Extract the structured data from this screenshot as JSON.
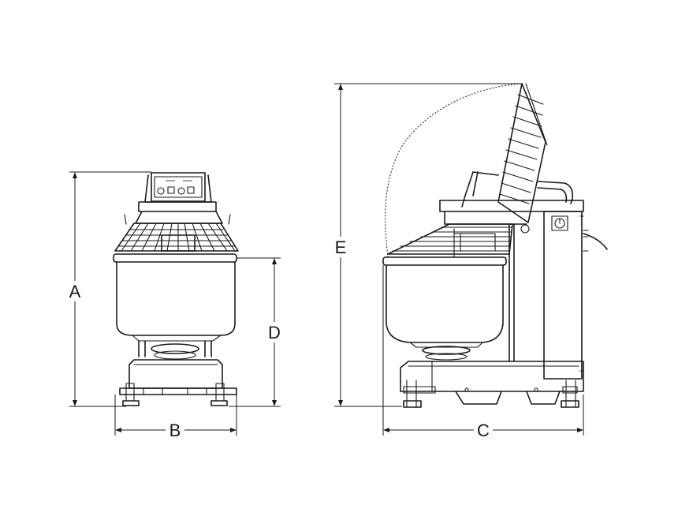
{
  "dimension_labels": {
    "A": "A",
    "B": "B",
    "C": "C",
    "D": "D",
    "E": "E"
  },
  "colors": {
    "line": "#1a1a1a",
    "background": "#ffffff"
  }
}
